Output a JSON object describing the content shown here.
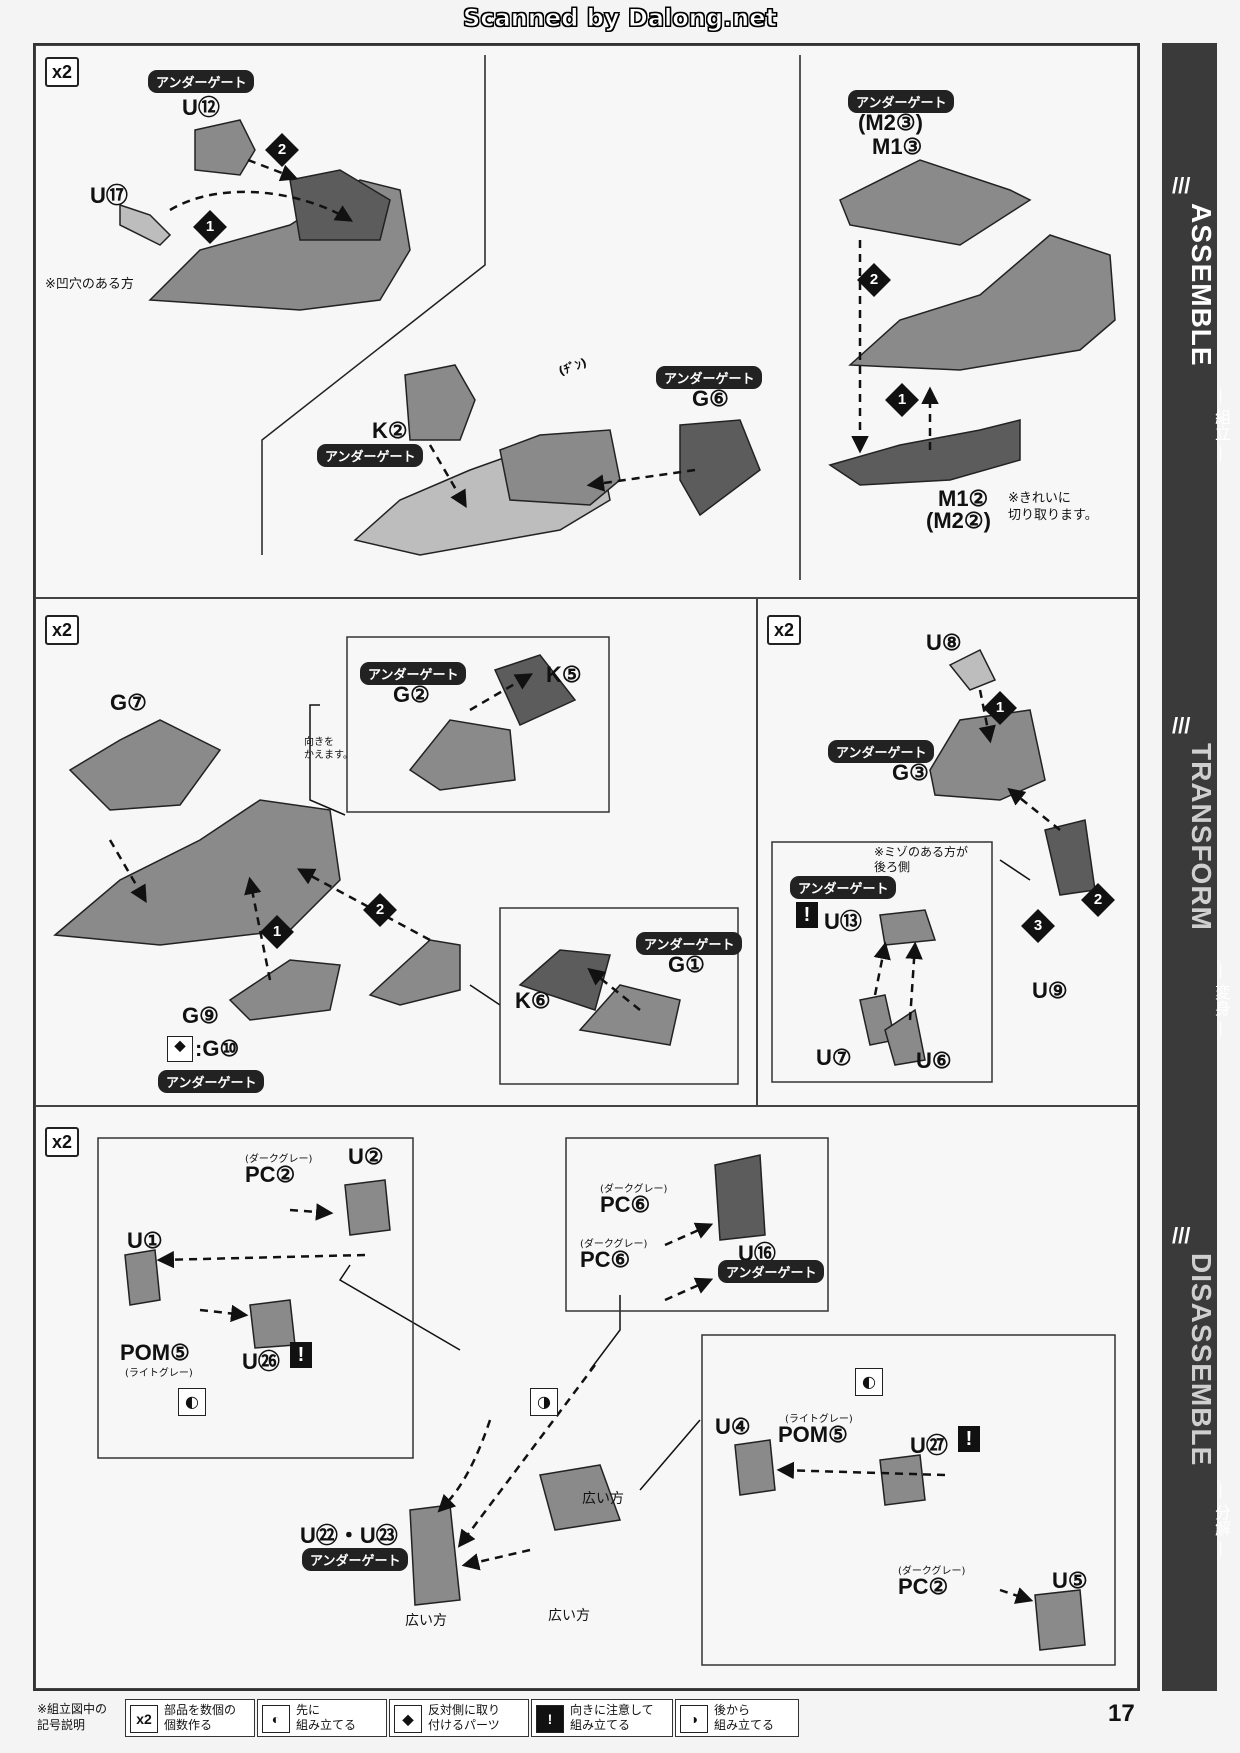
{
  "watermark": "Scanned by Dalong.net",
  "sidebar": {
    "assemble": "ASSEMBLE",
    "assemble_jp": "— 組立 —",
    "transform": "TRANSFORM",
    "transform_jp": "— 変身 —",
    "disassemble": "DISASSEMBLE",
    "disassemble_jp": "— 分解 —"
  },
  "common": {
    "times_two": "x2",
    "under_gate": "アンダーゲート"
  },
  "panel1": {
    "parts": {
      "u12": "U⑫",
      "u17": "U⑰",
      "k2": "K②",
      "g6": "G⑥",
      "m2_3": "(M2③)",
      "m1_3": "M1③",
      "m1_2": "M1②",
      "m2_2": "(M2②)"
    },
    "note_hollow": "※凹穴のある方",
    "note_clean_cut": "※きれいに\n切り取ります。",
    "sfx": "(ﾁﾞﾝ)",
    "steps": [
      "1",
      "2",
      "1",
      "2"
    ]
  },
  "panel2": {
    "parts": {
      "g7": "G⑦",
      "g2": "G②",
      "k5": "K⑤",
      "k6": "K⑥",
      "g1": "G①",
      "g9": "G⑨",
      "g10": ":G⑩"
    },
    "note_turn": "向きを\nかえます。",
    "steps": [
      "1",
      "2"
    ]
  },
  "panel3": {
    "parts": {
      "u8": "U⑧",
      "g3": "G③",
      "u13": "U⑬",
      "u7": "U⑦",
      "u6": "U⑥",
      "u9": "U⑨"
    },
    "note_groove": "※ミゾのある方が\n後ろ側",
    "steps": [
      "1",
      "2",
      "3"
    ]
  },
  "panel4": {
    "parts": {
      "u1": "U①",
      "pc2": "PC②",
      "u2": "U②",
      "pom5": "POM⑤",
      "u26": "U㉖",
      "pc6a": "PC⑥",
      "pc6b": "PC⑥",
      "u16": "U⑯",
      "u22_23": "U㉒・U㉓",
      "u4": "U④",
      "pom5b": "POM⑤",
      "u27": "U㉗",
      "pc2b": "PC②",
      "u5": "U⑤"
    },
    "dark_gray": "(ダークグレー)",
    "light_gray": "(ライトグレー)",
    "wide_side": "広い方"
  },
  "legend": {
    "title": "※組立図中の\n記号説明",
    "items": [
      {
        "icon": "x2",
        "text": "部品を数個の\n個数作る"
      },
      {
        "icon": "◐",
        "text": "先に\n組み立てる"
      },
      {
        "icon": "◆",
        "text": "反対側に取り\n付けるパーツ"
      },
      {
        "icon": "!",
        "text": "向きに注意して\n組み立てる"
      },
      {
        "icon": "◑",
        "text": "後から\n組み立てる"
      }
    ]
  },
  "page_number": "17",
  "colors": {
    "part_fill": "#8a8a8a",
    "part_dark": "#5c5c5c",
    "part_light": "#bdbdbd",
    "sidebar": "#3a3a3a"
  }
}
